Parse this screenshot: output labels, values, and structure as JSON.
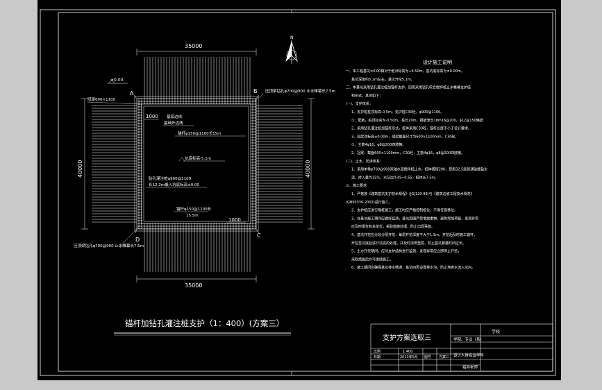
{
  "drawing": {
    "title": "锚杆加钻孔灌注桩支护（1：400）(方案三）",
    "dims": {
      "top": "35000",
      "bottom": "35000",
      "left": "40000",
      "right": "40000",
      "corner": "1000"
    },
    "corners": {
      "a": "A",
      "b": "B",
      "c": "C",
      "d": "D"
    },
    "north": "N",
    "elev": "±0.00",
    "labels": {
      "crown_beam": "冠梁600×1100",
      "anchor_top": "压顶梁钻孔φ700@900 止水帷幕长7.5m",
      "anchor_bottom": "压顶梁钻孔φ700@900 止水帷幕长7.5m",
      "edge1": "基底边线",
      "edge2": "基础外边线",
      "anchor1": "锚杆φ150@1100长15m",
      "pit_bottom": "坑底标高-5.1m",
      "pile1": "钻孔灌注桩φ900@1100",
      "pile2": "长12.2m嵌入坑底标高±0.00",
      "anchor2": "锚杆φ150@1100长",
      "anchor2b": "15.5m"
    }
  },
  "notes": {
    "heading": "设计施工说明",
    "lines": [
      "一、本工程基坑±0.00相对于绝对标高为+6.50m，基坑底标高为±0.00m，",
      "基坑深度约5.1m左右，基坑开挖5.1m。",
      "二、本基坑采用钻孔灌注桩加锚杆支护，四周采用钻孔咬合搅拌桩止水帷幕支护结",
      "构形式，具体如下：",
      "(一)、支护体系：",
      "1、支护桩桩顶标高-0.5m，支护桩C30砼，φ900@1100。",
      "①、配筋，桩顶标高为-0.50m，桩长20m，钢筋笼长18m16@200，φ12@150箍筋",
      "2、采用钻孔灌注桩加锚杆形式，桩体采用C30砼，锚杆长度不小于设计要求。",
      "3、冠梁顶标高±0.00m，冠梁截面尺寸为600×1100mm，C30砼。",
      "①、主筋4φ16，φ8@200四肢箍。",
      "2、冠梁：截面600×1100mm，C30砼，主筋4φ16，φ8@200四肢箍。",
      "(二)、止水、防渗体系：",
      "1、采用单排φ700@900双轴水泥搅拌桩止水，桩体搭接200，使用32.5级普通硅酸盐水",
      "泥，掺入量为15%，水灰比0.45~0.55，桩体长7.5m。",
      "三、施工要求",
      "1、严格按《建筑基坑支护技术规程》(JGJ120-99)与《建筑边坡工程技术规范》",
      "(GB50330-2002)进行施工。",
      "2、支护桩应进行隔桩施工，施工时应严格控制桩位，不得任意移位。",
      "3、在基坑施工期间应做好监测，基坑周围严禁堆放重物，避免增加荷载，发现异常",
      "应及时报告有关单位，采取措施处理，防止出现事故。",
      "4、基坑开挖应分段分层开挖，每层开挖深度不大于1.5m，开挖后及时施工锚杆，",
      "开挖至坑底后进行坑底的处理，并及时浇筑垫层，防止基坑暴露时间过长。",
      "5、土方开挖期间，应对支护结构进行监测，发现异常应立即停止开挖，",
      "采取措施后方可继续施工。",
      "6、施工期间应确保基坑排水畅通，基坑四周设置排水沟，防止地表水流入坑内。"
    ]
  },
  "title_block": {
    "project": "支护方案选取三",
    "school_label": "学校",
    "major": "学院、专业（系）",
    "designer": "设计人姓名及学号",
    "advisor": "指导老师",
    "scale_label": "比例",
    "scale": "1:400",
    "date_label": "日期",
    "date": "2013年5月",
    "sheet_label": "图号",
    "extra": "方案三"
  }
}
